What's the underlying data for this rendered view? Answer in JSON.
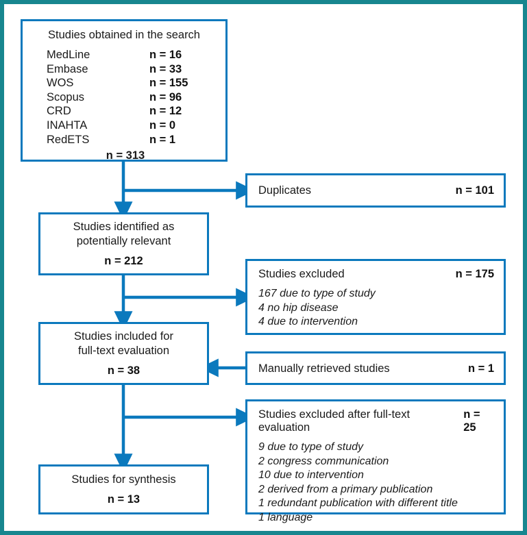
{
  "diagram": {
    "type": "prisma-flow-diagram",
    "colors": {
      "frame": "#17868f",
      "box_border": "#0b79bd",
      "connector": "#0b79bd",
      "text": "#1a1a1a",
      "background": "#ffffff"
    }
  },
  "search_box": {
    "title": "Studies obtained in the search",
    "sources": [
      {
        "name": "MedLine",
        "count": "n = 16"
      },
      {
        "name": "Embase",
        "count": "n = 33"
      },
      {
        "name": "WOS",
        "count": "n = 155"
      },
      {
        "name": "Scopus",
        "count": "n = 96"
      },
      {
        "name": "CRD",
        "count": "n = 12"
      },
      {
        "name": "INAHTA",
        "count": "n = 0"
      },
      {
        "name": "RedETS",
        "count": "n = 1"
      }
    ],
    "total": "n = 313"
  },
  "stages": {
    "relevant": {
      "line1": "Studies identified as",
      "line2": "potentially relevant",
      "count": "n = 212"
    },
    "fulltext": {
      "line1": "Studies included for",
      "line2": "full-text evaluation",
      "count": "n = 38"
    },
    "synthesis": {
      "line1": "Studies for synthesis",
      "count": "n = 13"
    }
  },
  "side_boxes": {
    "duplicates": {
      "label": "Duplicates",
      "count": "n = 101"
    },
    "excluded_screening": {
      "label": "Studies excluded",
      "count": "n = 175",
      "reasons": [
        "167 due to type of study",
        "4 no hip disease",
        "4 due to intervention"
      ]
    },
    "manual": {
      "label": "Manually retrieved studies",
      "count": "n = 1"
    },
    "excluded_fulltext": {
      "label": "Studies excluded after full-text evaluation",
      "count": "n = 25",
      "reasons": [
        "9 due to type of study",
        "2 congress communication",
        "10 due to intervention",
        "2 derived from a primary publication",
        "1 redundant publication with different title",
        "1 language"
      ]
    }
  }
}
